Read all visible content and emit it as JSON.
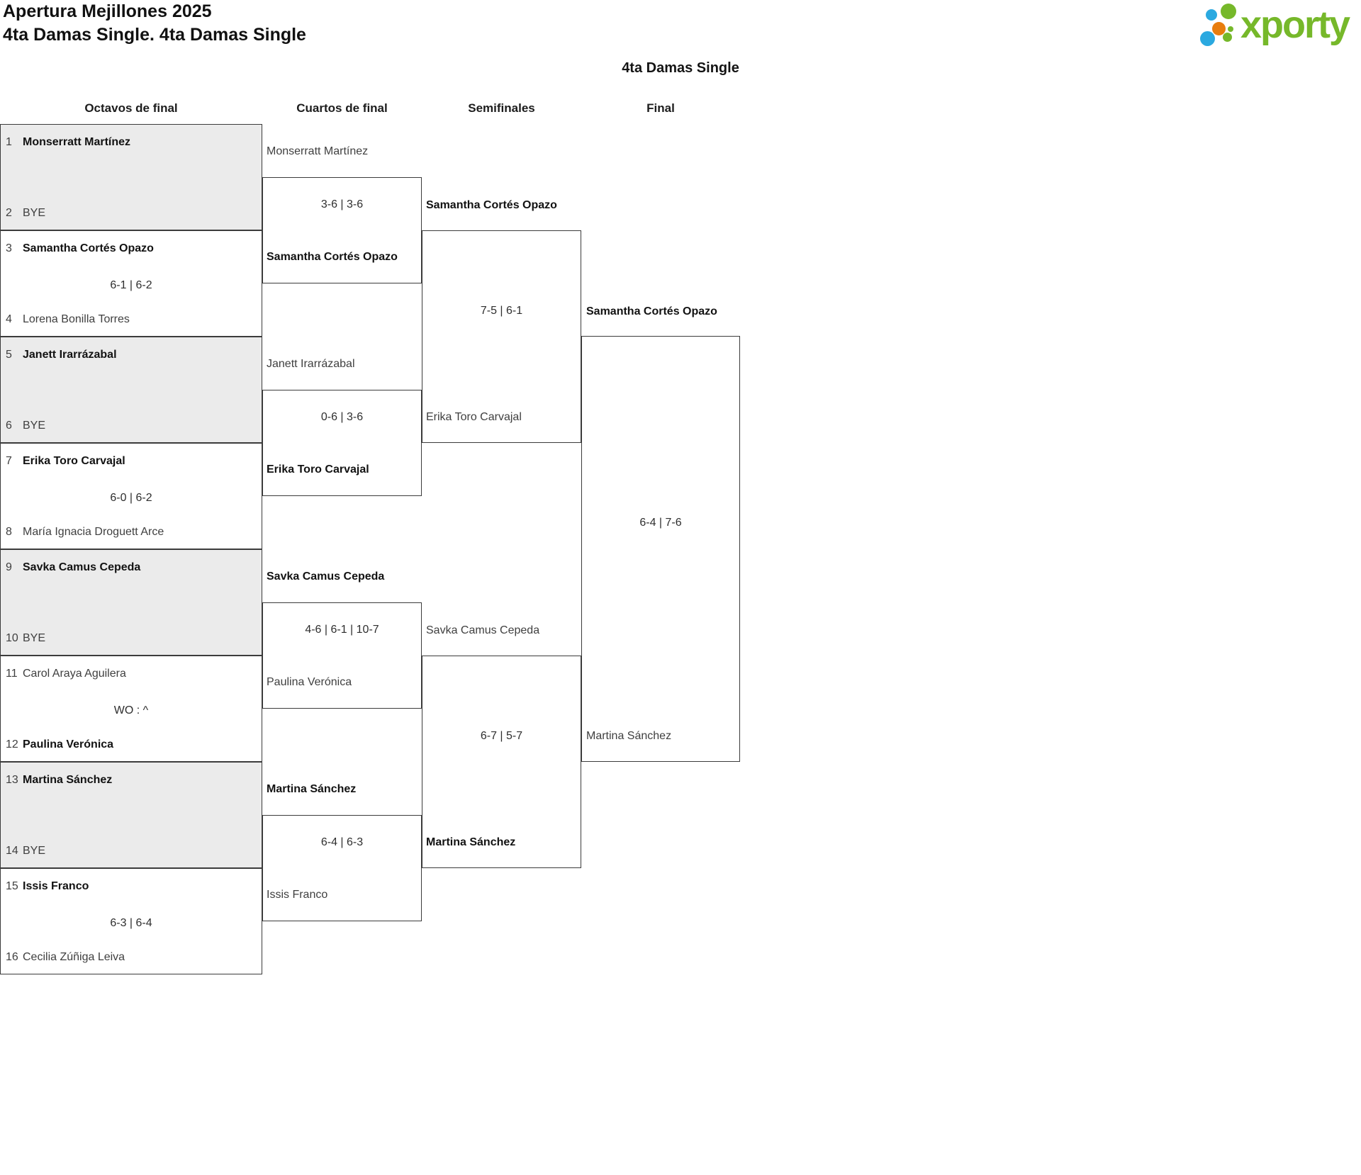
{
  "header": {
    "title_line1": "Apertura Mejillones 2025",
    "title_line2": "4ta Damas Single. 4ta Damas Single",
    "logo_text": "xporty",
    "logo_colors": {
      "green": "#76b82a",
      "blue": "#2ba9e0",
      "orange": "#e87d0e"
    }
  },
  "bracket": {
    "title": "4ta Damas Single",
    "round_headers": [
      "Octavos de final",
      "Cuartos de final",
      "Semifinales",
      "Final"
    ],
    "round16": [
      {
        "seed_a": "1",
        "player_a": "Monserratt Martínez",
        "winner_a": true,
        "score": "",
        "seed_b": "2",
        "player_b": "BYE",
        "winner_b": false
      },
      {
        "seed_a": "3",
        "player_a": "Samantha Cortés Opazo",
        "winner_a": true,
        "score": "6-1 | 6-2",
        "seed_b": "4",
        "player_b": "Lorena Bonilla Torres",
        "winner_b": false
      },
      {
        "seed_a": "5",
        "player_a": "Janett Irarrázabal",
        "winner_a": true,
        "score": "",
        "seed_b": "6",
        "player_b": "BYE",
        "winner_b": false
      },
      {
        "seed_a": "7",
        "player_a": "Erika Toro Carvajal",
        "winner_a": true,
        "score": "6-0 | 6-2",
        "seed_b": "8",
        "player_b": "María Ignacia Droguett Arce",
        "winner_b": false
      },
      {
        "seed_a": "9",
        "player_a": "Savka Camus Cepeda",
        "winner_a": true,
        "score": "",
        "seed_b": "10",
        "player_b": "BYE",
        "winner_b": false
      },
      {
        "seed_a": "11",
        "player_a": "Carol Araya Aguilera",
        "winner_a": false,
        "score": "WO : ^",
        "seed_b": "12",
        "player_b": "Paulina Verónica",
        "winner_b": true
      },
      {
        "seed_a": "13",
        "player_a": "Martina Sánchez",
        "winner_a": true,
        "score": "",
        "seed_b": "14",
        "player_b": "BYE",
        "winner_b": false
      },
      {
        "seed_a": "15",
        "player_a": "Issis Franco",
        "winner_a": true,
        "score": "6-3 | 6-4",
        "seed_b": "16",
        "player_b": "Cecilia Zúñiga Leiva",
        "winner_b": false
      }
    ],
    "quarterfinals": [
      {
        "player_a": "Monserratt Martínez",
        "winner_a": false,
        "score": "3-6 | 3-6",
        "player_b": "Samantha Cortés Opazo",
        "winner_b": true
      },
      {
        "player_a": "Janett Irarrázabal",
        "winner_a": false,
        "score": "0-6 | 3-6",
        "player_b": "Erika Toro Carvajal",
        "winner_b": true
      },
      {
        "player_a": "Savka Camus Cepeda",
        "winner_a": true,
        "score": "4-6 | 6-1 | 10-7",
        "player_b": "Paulina Verónica",
        "winner_b": false
      },
      {
        "player_a": "Martina Sánchez",
        "winner_a": true,
        "score": "6-4 | 6-3",
        "player_b": "Issis Franco",
        "winner_b": false
      }
    ],
    "semifinals": [
      {
        "player_a": "Samantha Cortés Opazo",
        "winner_a": true,
        "score": "7-5 | 6-1",
        "player_b": "Erika Toro Carvajal",
        "winner_b": false
      },
      {
        "player_a": "Savka Camus Cepeda",
        "winner_a": false,
        "score": "6-7 | 5-7",
        "player_b": "Martina Sánchez",
        "winner_b": true
      }
    ],
    "final": {
      "player_a": "Samantha Cortés Opazo",
      "winner_a": true,
      "score": "6-4 | 7-6",
      "player_b": "Martina Sánchez",
      "winner_b": false
    }
  }
}
